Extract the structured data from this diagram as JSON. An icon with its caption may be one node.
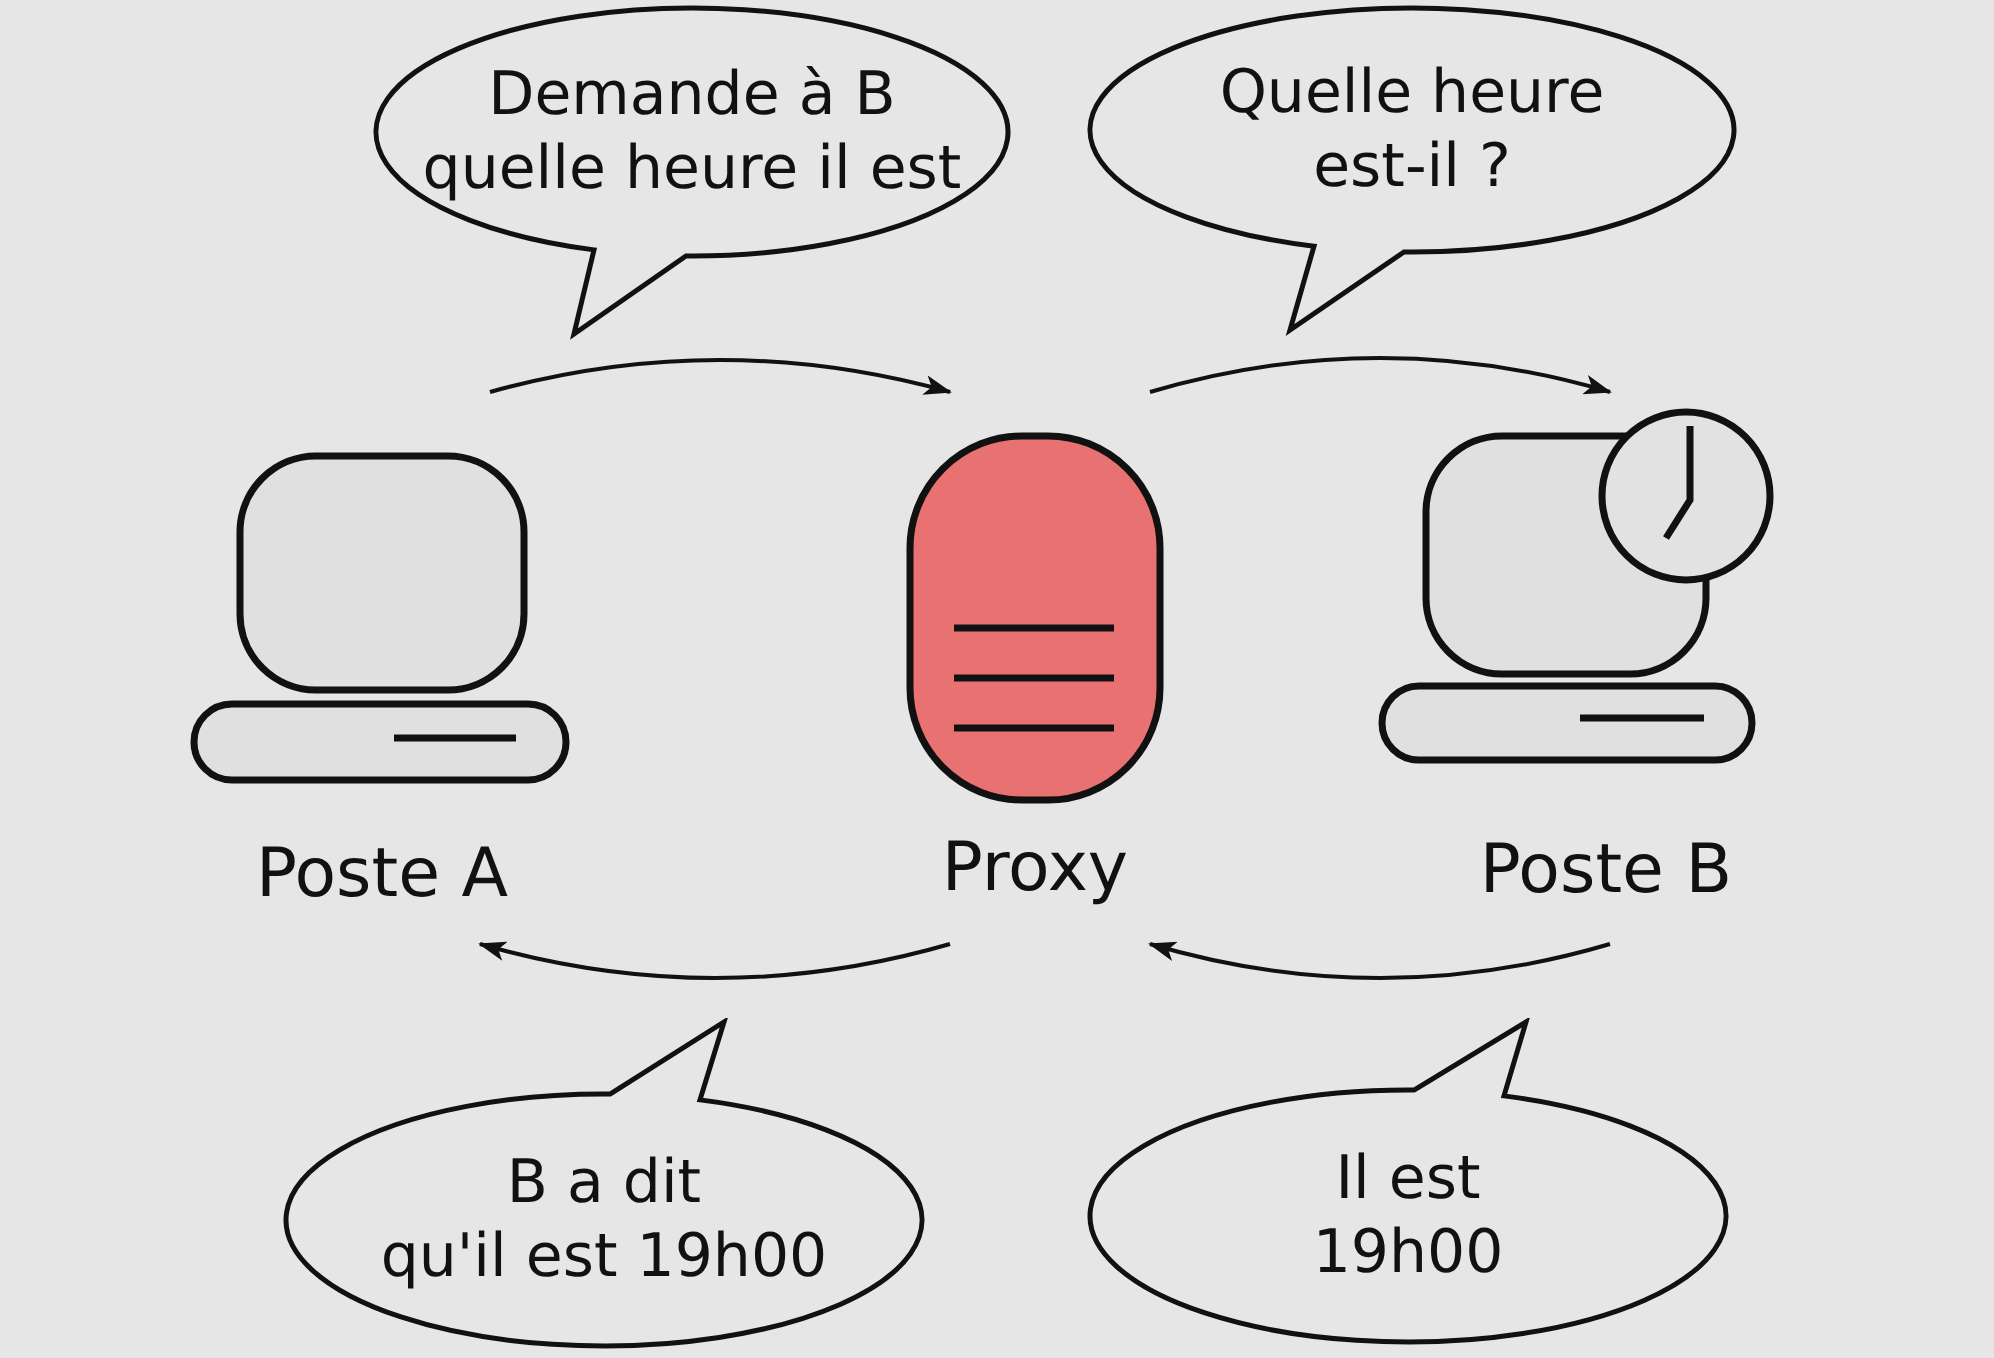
{
  "diagram": {
    "nodes": [
      {
        "text": [
          "Demande à B quelle heure il est"
        ]
      },
      {
        "text": [
          "Quelle heure est-il ?"
        ]
      },
      {
        "text": [
          "Poste A"
        ]
      },
      {
        "text": [
          "Proxy"
        ]
      },
      {
        "text": [
          "Poste B"
        ]
      },
      {
        "text": [
          "B a dit qu'il est 19h00"
        ]
      },
      {
        "text": [
          "Il est 19h00"
        ]
      }
    ],
    "edges": [
      {
        "from": 2,
        "to": 3,
        "arrow": "to"
      },
      {
        "from": 3,
        "to": 4,
        "arrow": "to"
      },
      {
        "from": 4,
        "to": 3,
        "arrow": "to"
      },
      {
        "from": 3,
        "to": 2,
        "arrow": "to"
      }
    ]
  }
}
